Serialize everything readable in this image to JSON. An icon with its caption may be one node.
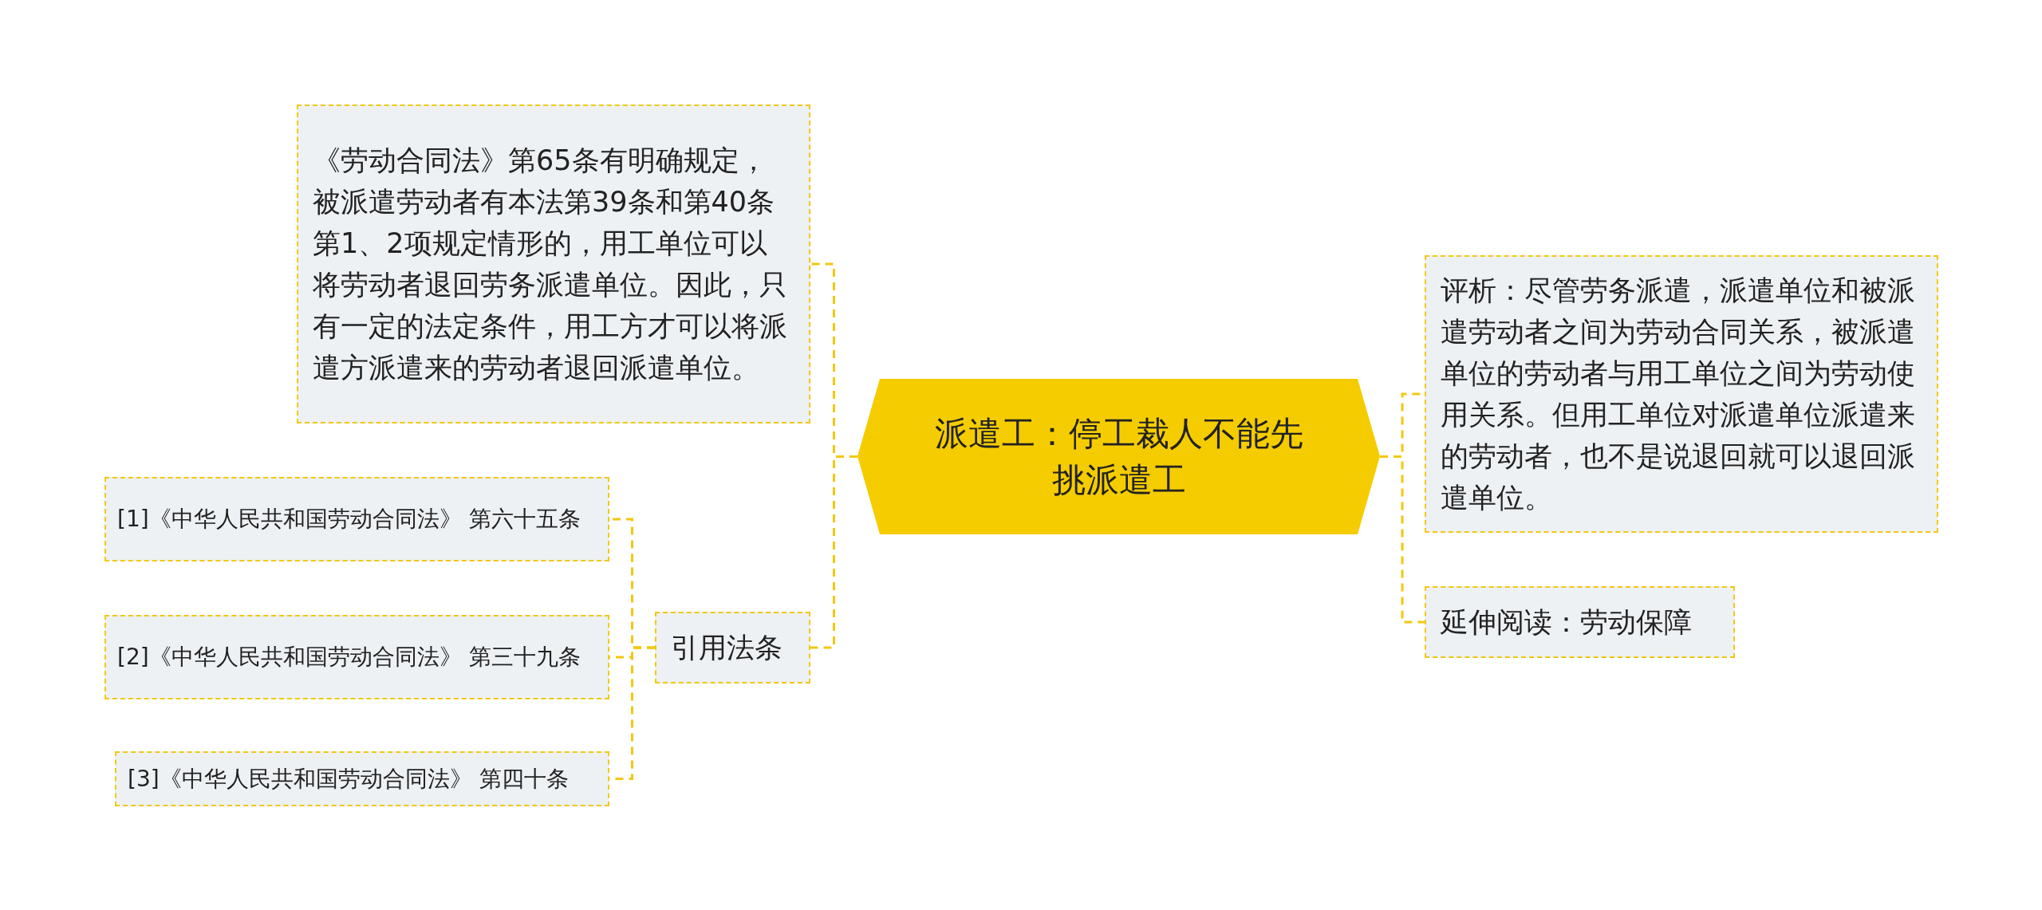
{
  "diagram": {
    "nodes": [
      {
        "text": [
          "派遣工：停工裁人不能先挑派遣工"
        ]
      },
      {
        "text": [
          "《劳动合同法》第65条有明确规定，被派遣劳动者有本法第39条和第40条第1、2项规定情形的，用工单位可以将劳动者退回劳务派遣单位。因此，只有一定的法定条件，用工方才可以将派遣方派遣来的劳动者退回派遣单位。"
        ]
      },
      {
        "text": [
          "引用法条"
        ]
      },
      {
        "text": [
          "[1]《中华人民共和国劳动合同法》 第六十五条"
        ]
      },
      {
        "text": [
          "[2]《中华人民共和国劳动合同法》 第三十九条"
        ]
      },
      {
        "text": [
          "[3]《中华人民共和国劳动合同法》 第四十条"
        ]
      },
      {
        "text": [
          "评析：尽管劳务派遣，派遣单位和被派遣劳动者之间为劳动合同关系，被派遣单位的劳动者与用工单位之间为劳动使用关系。但用工单位对派遣单位派遣来的劳动者，也不是说退回就可以退回派遣单位。"
        ]
      },
      {
        "text": [
          "延伸阅读：劳动保障"
        ]
      }
    ],
    "edges": [
      {
        "from": 0,
        "to": 1,
        "arrow": "none",
        "style": "dashed"
      },
      {
        "from": 0,
        "to": 2,
        "arrow": "none",
        "style": "dashed"
      },
      {
        "from": 2,
        "to": 3,
        "arrow": "none",
        "style": "dashed"
      },
      {
        "from": 2,
        "to": 4,
        "arrow": "none",
        "style": "dashed"
      },
      {
        "from": 2,
        "to": 5,
        "arrow": "none",
        "style": "dashed"
      },
      {
        "from": 0,
        "to": 6,
        "arrow": "none",
        "style": "dashed"
      },
      {
        "from": 0,
        "to": 7,
        "arrow": "none",
        "style": "dashed"
      }
    ]
  }
}
